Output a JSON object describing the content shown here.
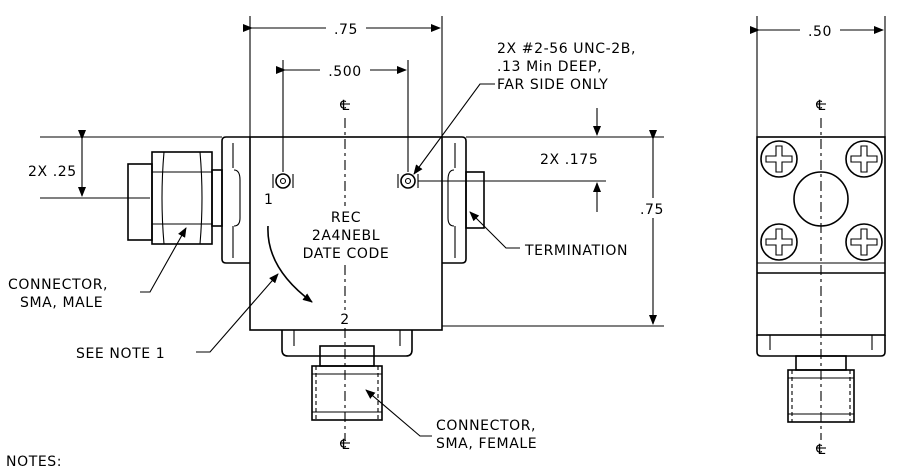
{
  "dimensions": {
    "body_width": ".75",
    "hole_spacing": ".500",
    "body_height": ".75",
    "connector_offset": "2X  .25",
    "hole_offset": "2X  .175",
    "side_width": ".50"
  },
  "notes": {
    "tapped_holes": [
      "2X #2-56 UNC-2B,",
      ".13 Min DEEP,",
      "FAR SIDE ONLY"
    ],
    "connector_male": [
      "CONNECTOR,",
      "SMA, MALE"
    ],
    "connector_female": [
      "CONNECTOR,",
      "SMA, FEMALE"
    ],
    "termination": "TERMINATION",
    "see_note": "SEE NOTE 1",
    "notes_heading": "NOTES:"
  },
  "body_marking": [
    "REC",
    "2A4NEBL",
    "DATE CODE"
  ],
  "ports": {
    "port1": "1",
    "port2": "2"
  },
  "centerline_symbol": "℄"
}
